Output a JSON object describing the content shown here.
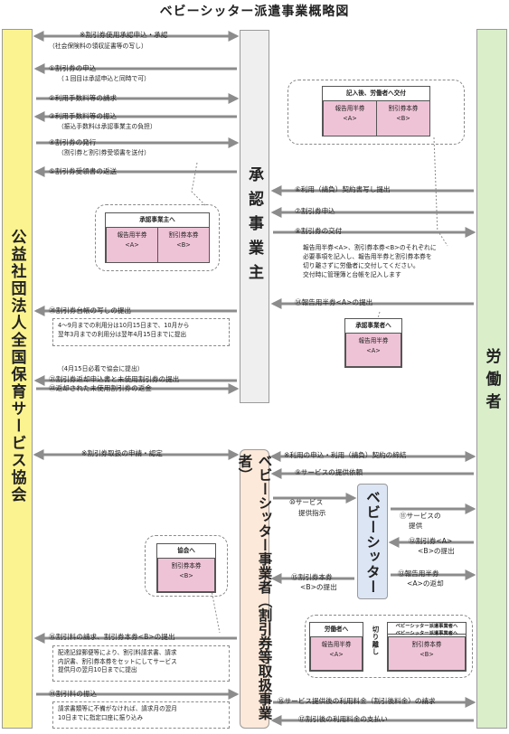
{
  "title": "ベビーシッター派遣事業概略図",
  "entities": {
    "association": "公益社団法人全国保育サービス協会",
    "employer": "承認事業主",
    "worker": "労働者",
    "company": "ベビーシッター事業者（割引券等取扱事業者）",
    "sitter": "ベビーシッター"
  },
  "top_steps": [
    {
      "label": "※割引券使用承認申込・承認",
      "sub": "（社会保険料の領収証書等の写し）"
    },
    {
      "label": "①割引券の申込",
      "sub": "（１回目は承認申込と同時で可）"
    },
    {
      "label": "②利用手数料等の請求",
      "sub": ""
    },
    {
      "label": "③利用手数料等の振込",
      "sub": "（振込手数料は承認事業主の負担）"
    },
    {
      "label": "④割引券の発行",
      "sub": "（割引券と割引券受領書を送付）"
    },
    {
      "label": "⑤割引券受領書の返送",
      "sub": ""
    }
  ],
  "worker_steps": [
    {
      "label": "⑥利用（請負）契約書写し提出"
    },
    {
      "label": "⑦割引券申込"
    },
    {
      "label": "⑧割引券の交付"
    }
  ],
  "note8": [
    "報告用半券<A>、割引券本券<B>のそれぞれに",
    "必要事項を記入し、報告用半券と割引券本券を",
    "切り離さずに労働者に交付してください。",
    "交付時に管理簿と台帳を記入します"
  ],
  "step14": "⑭報告用半券<A>の提出",
  "step20": "⑳割引券台帳の写しの提出",
  "note20": [
    "4～9月までの利用分は10月15日まで、10月から",
    "翌年3月までの利用分は翌年4月15日までに提出"
  ],
  "step21": "㉑割引券返却申込書と未使用割引券の提出",
  "step21_sub": "（4月15日必着で協会に提出）",
  "step22": "㉒返却された未使用割引券の返金",
  "company_steps": {
    "apply": "※割引券取扱の申請・認定",
    "contract": "※利用の申込・利用（請負）契約の締結",
    "s9": "⑨サービスの提供依頼",
    "s10a": "⑩サービス",
    "s10b": "提供指示",
    "s11a": "⑪サービスの",
    "s11b": "提供",
    "s12a": "⑫割引券<A>",
    "s12b": "<B>の提出",
    "s13a": "⑬報告用半券",
    "s13b": "<A>の返却",
    "s15a": "⑮割引券本券",
    "s15b": "<B>の提出",
    "s16": "⑯割引料の請求、割引券本券<B>の提出",
    "s19": "⑲割引料の振込",
    "s16x": "⑯サービス提供後の利用料金（割引後料金）の請求",
    "s17": "⑰割引後の利用料金の支払い"
  },
  "note16": [
    "配達記録郵便等により、割引料請求書、請求",
    "内訳書、割引券本券をセットにしてサービス",
    "提供月の翌月10日までに提出"
  ],
  "note19": [
    "請求書類等に不備がなければ、請求月の翌月",
    "10日までに指定口座に振り込み"
  ],
  "tickets": {
    "t1": {
      "head": "記入後、労働者へ交付",
      "a": "報告用半券",
      "a2": "<A>",
      "b": "割引券本券",
      "b2": "<B>"
    },
    "t2": {
      "head": "承認事業主へ",
      "a": "報告用半券",
      "a2": "<A>",
      "b": "割引券本券",
      "b2": "<B>"
    },
    "t3": {
      "head": "承認事業者へ",
      "a": "報告用半券",
      "a2": "<A>"
    },
    "t4": {
      "head": "協会へ",
      "b": "割引券本券",
      "b2": "<B>"
    },
    "t5": {
      "head": "労働者へ",
      "a": "報告用半券",
      "a2": "<A>"
    },
    "t6": {
      "head1": "ベビーシッター派遣事業者へ",
      "head2": "ベビーシッター派遣事業者へ",
      "b": "割引券本券",
      "b2": "<B>"
    },
    "cut": "切り離し"
  },
  "colors": {
    "association": "#fbf38f",
    "employer": "#efefef",
    "worker": "#d9eec9",
    "company": "#fde9d9",
    "sitter": "#dce5f3",
    "ticket": "#efc3d6",
    "arrow": "#8c8c8c"
  }
}
